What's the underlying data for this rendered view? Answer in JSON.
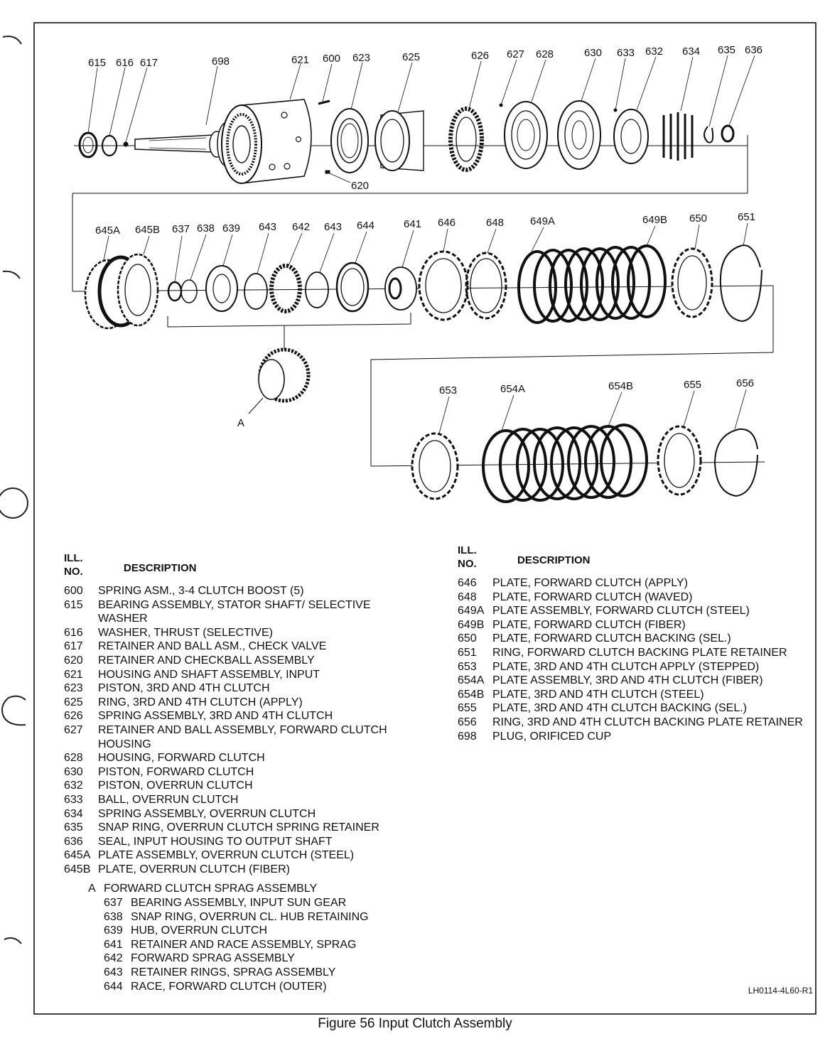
{
  "callouts": {
    "top": [
      "615",
      "616",
      "617",
      "698",
      "621",
      "600",
      "623",
      "625",
      "626",
      "627",
      "628",
      "630",
      "633",
      "632",
      "634",
      "635",
      "636",
      "620"
    ],
    "mid": [
      "645A",
      "645B",
      "637",
      "638",
      "639",
      "643",
      "642",
      "643",
      "644",
      "641",
      "646",
      "648",
      "649A",
      "649B",
      "650",
      "651"
    ],
    "low": [
      "653",
      "654A",
      "654B",
      "655",
      "656"
    ],
    "sub": "A"
  },
  "legend_left": {
    "header_no_line1": "ILL.",
    "header_no_line2": "NO.",
    "header_desc": "DESCRIPTION",
    "items": [
      {
        "no": "600",
        "desc": "SPRING ASM., 3-4 CLUTCH BOOST (5)"
      },
      {
        "no": "615",
        "desc": "BEARING ASSEMBLY, STATOR SHAFT/ SELECTIVE WASHER"
      },
      {
        "no": "616",
        "desc": "WASHER, THRUST (SELECTIVE)"
      },
      {
        "no": "617",
        "desc": "RETAINER AND BALL ASM., CHECK VALVE"
      },
      {
        "no": "620",
        "desc": "RETAINER AND CHECKBALL ASSEMBLY"
      },
      {
        "no": "621",
        "desc": "HOUSING AND SHAFT ASSEMBLY, INPUT"
      },
      {
        "no": "623",
        "desc": "PISTON, 3RD AND 4TH CLUTCH"
      },
      {
        "no": "625",
        "desc": "RING, 3RD AND 4TH CLUTCH (APPLY)"
      },
      {
        "no": "626",
        "desc": "SPRING ASSEMBLY, 3RD AND 4TH CLUTCH"
      },
      {
        "no": "627",
        "desc": "RETAINER AND BALL ASSEMBLY, FORWARD CLUTCH HOUSING"
      },
      {
        "no": "628",
        "desc": "HOUSING, FORWARD CLUTCH"
      },
      {
        "no": "630",
        "desc": "PISTON, FORWARD CLUTCH"
      },
      {
        "no": "632",
        "desc": "PISTON, OVERRUN CLUTCH"
      },
      {
        "no": "633",
        "desc": "BALL, OVERRUN CLUTCH"
      },
      {
        "no": "634",
        "desc": "SPRING ASSEMBLY, OVERRUN CLUTCH"
      },
      {
        "no": "635",
        "desc": "SNAP RING, OVERRUN CLUTCH SPRING RETAINER"
      },
      {
        "no": "636",
        "desc": "SEAL, INPUT HOUSING TO OUTPUT SHAFT"
      },
      {
        "no": "645A",
        "desc": "PLATE ASSEMBLY, OVERRUN CLUTCH (STEEL)"
      },
      {
        "no": "645B",
        "desc": "PLATE, OVERRUN CLUTCH (FIBER)"
      }
    ],
    "group_no": "A",
    "group_desc": "FORWARD CLUTCH SPRAG ASSEMBLY",
    "group_items": [
      {
        "no": "637",
        "desc": "BEARING ASSEMBLY, INPUT SUN GEAR"
      },
      {
        "no": "638",
        "desc": "SNAP RING, OVERRUN CL. HUB RETAINING"
      },
      {
        "no": "639",
        "desc": "HUB, OVERRUN CLUTCH"
      },
      {
        "no": "641",
        "desc": "RETAINER AND RACE ASSEMBLY, SPRAG"
      },
      {
        "no": "642",
        "desc": "FORWARD SPRAG ASSEMBLY"
      },
      {
        "no": "643",
        "desc": "RETAINER RINGS, SPRAG ASSEMBLY"
      },
      {
        "no": "644",
        "desc": "RACE, FORWARD CLUTCH (OUTER)"
      }
    ]
  },
  "legend_right": {
    "header_no_line1": "ILL.",
    "header_no_line2": "NO.",
    "header_desc": "DESCRIPTION",
    "items": [
      {
        "no": "646",
        "desc": "PLATE, FORWARD CLUTCH (APPLY)"
      },
      {
        "no": "648",
        "desc": "PLATE, FORWARD CLUTCH (WAVED)"
      },
      {
        "no": "649A",
        "desc": "PLATE ASSEMBLY, FORWARD CLUTCH (STEEL)"
      },
      {
        "no": "649B",
        "desc": "PLATE, FORWARD CLUTCH (FIBER)"
      },
      {
        "no": "650",
        "desc": "PLATE, FORWARD CLUTCH BACKING (SEL.)"
      },
      {
        "no": "651",
        "desc": "RING, FORWARD CLUTCH BACKING PLATE RETAINER"
      },
      {
        "no": "653",
        "desc": "PLATE, 3RD AND 4TH CLUTCH APPLY (STEPPED)"
      },
      {
        "no": "654A",
        "desc": "PLATE ASSEMBLY, 3RD AND 4TH CLUTCH (FIBER)"
      },
      {
        "no": "654B",
        "desc": "PLATE, 3RD AND 4TH CLUTCH (STEEL)"
      },
      {
        "no": "655",
        "desc": "PLATE, 3RD AND 4TH CLUTCH BACKING (SEL.)"
      },
      {
        "no": "656",
        "desc": "RING, 3RD AND 4TH CLUTCH BACKING PLATE RETAINER"
      },
      {
        "no": "698",
        "desc": "PLUG, ORIFICED CUP"
      }
    ]
  },
  "drawing_code": "LH0114-4L60-R1",
  "caption": "Figure 56 Input Clutch Assembly"
}
